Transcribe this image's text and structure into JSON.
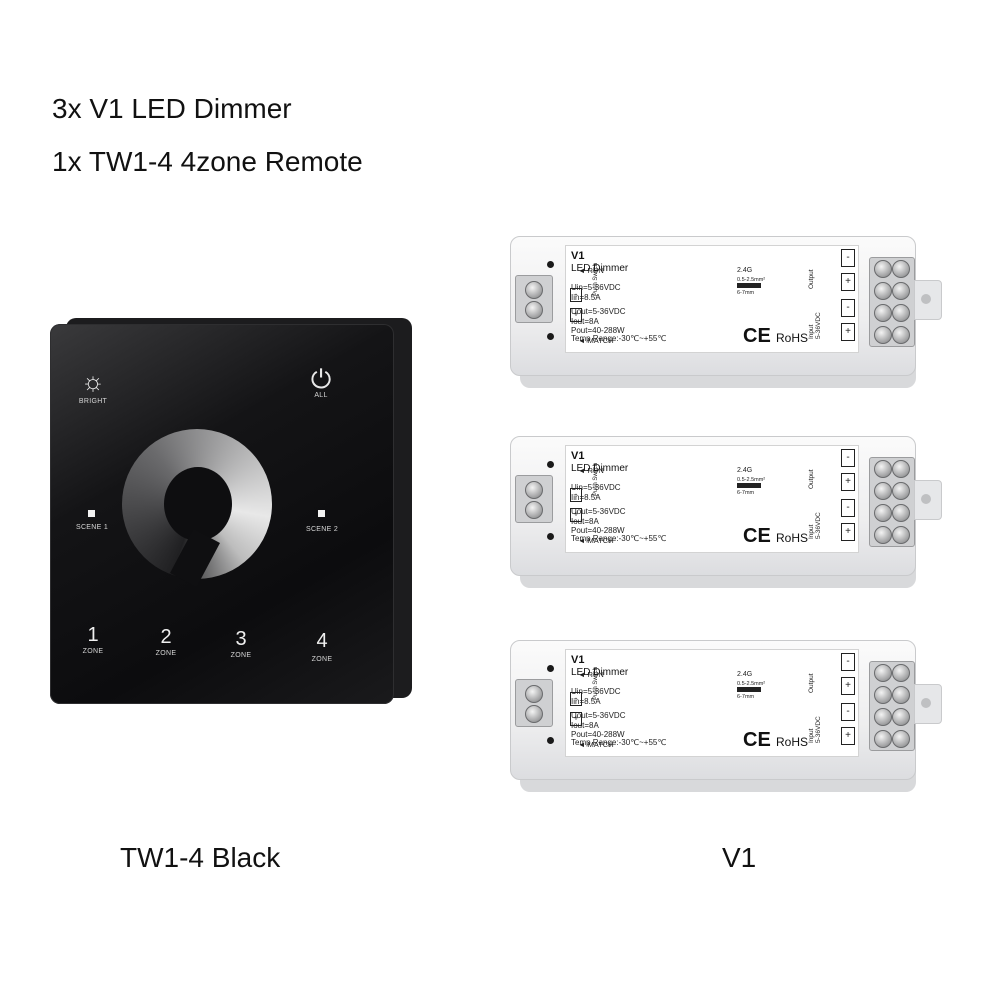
{
  "header": {
    "line1": "3x V1 LED Dimmer",
    "line2": "1x TW1-4 4zone Remote"
  },
  "captions": {
    "panel": "TW1-4 Black",
    "dimmer": "V1"
  },
  "remote": {
    "bright_label": "BRIGHT",
    "all_label": "ALL",
    "scene1_label": "SCENE 1",
    "scene2_label": "SCENE 2",
    "zones": [
      {
        "number": "1",
        "label": "ZONE"
      },
      {
        "number": "2",
        "label": "ZONE"
      },
      {
        "number": "3",
        "label": "ZONE"
      },
      {
        "number": "4",
        "label": "ZONE"
      }
    ],
    "colors": {
      "panel": "#111113",
      "ring_light": "#e8e8e8"
    },
    "icons": {
      "bright": "brightness-icon",
      "all": "power-icon"
    }
  },
  "dimmer": {
    "model": "V1",
    "name": "LED Dimmer",
    "run": "RUN",
    "match": "MATCH",
    "push_switch": "Push Switch",
    "spec_in": "Uin=5-36VDC\nIin=8.5A",
    "spec_out": "Uout=5-36VDC\nIout=8A\nPout=40-288W",
    "temp": "Temp Range:-30℃~+55℃",
    "rf": "2.4G",
    "wire_gauge": "0.5-2.5mm²",
    "strip_len": "6-7mm",
    "output": "Output",
    "input": "Input\n5-36VDC",
    "ce": "CE",
    "rohs": "RoHS",
    "minus": "-",
    "plus": "+"
  }
}
